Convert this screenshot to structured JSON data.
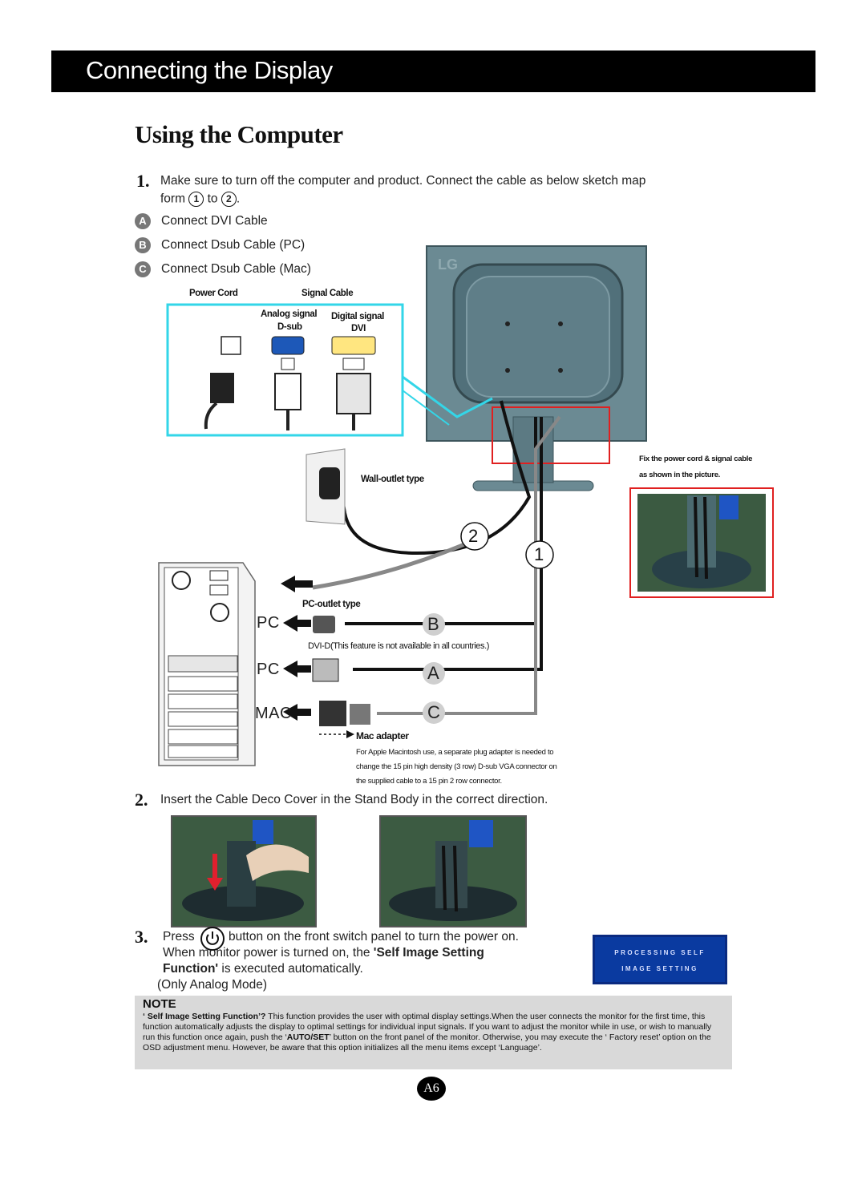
{
  "header": {
    "title": "Connecting the Display"
  },
  "section": {
    "title": "Using the Computer"
  },
  "step1": {
    "number": "1.",
    "text": "Make sure to turn off the computer and  product. Connect the cable as below sketch map",
    "text2_prefix": "form",
    "circle1": "1",
    "text2_mid": "to",
    "circle2": "2",
    "text2_suffix": ".",
    "items": [
      {
        "badge": "A",
        "label": "Connect DVI Cable"
      },
      {
        "badge": "B",
        "label": "Connect Dsub Cable (PC)"
      },
      {
        "badge": "C",
        "label": "Connect Dsub Cable (Mac)"
      }
    ]
  },
  "diagram": {
    "power_cord_label": "Power Cord",
    "signal_cable_label": "Signal Cable",
    "analog_label": "Analog signal",
    "dsub_label": "D-sub",
    "digital_label": "Digital signal",
    "dvi_label": "DVI",
    "brand_logo": "LG",
    "wall_outlet": "Wall-outlet type",
    "pc_outlet": "PC-outlet type",
    "fix_note_1": "Fix the power cord & signal cable",
    "fix_note_2": "as shown in the picture.",
    "num_1": "1",
    "num_2": "2",
    "pc_label_1": "PC",
    "pc_label_2": "PC",
    "mac_label": "MAC",
    "letter_b": "B",
    "letter_a": "A",
    "letter_c": "C",
    "dvi_note": "DVI-D(This feature is not available in all countries.)",
    "mac_adapter": "Mac adapter",
    "mac_note_1": "For Apple Macintosh use, a  separate plug adapter is needed to",
    "mac_note_2": "change the 15 pin high density (3 row) D-sub VGA connector on",
    "mac_note_3": "the supplied cable to a 15 pin  2 row connector."
  },
  "step2": {
    "number": "2.",
    "text": "Insert the Cable Deco Cover in the Stand Body in the correct direction."
  },
  "step3": {
    "number": "3.",
    "press": "Press",
    "text1": "button on the front switch panel to turn the power on.",
    "text2a": "When monitor power is turned on, the ",
    "text2b": "'Self Image Setting",
    "text3a": "Function'",
    "text3b": " is executed automatically.",
    "text4": "(Only Analog Mode)",
    "osd_line1": "PROCESSING SELF",
    "osd_line2": "IMAGE SETTING"
  },
  "note": {
    "title": "NOTE",
    "b1": "‘ Self Image Setting Function’?",
    "t1": " This function provides the user with optimal display settings.When the user connects the monitor for the first time, this function automatically adjusts the display to optimal settings for individual input signals. If you want to adjust the monitor while in use, or wish to manually run this function once again, push the ‘",
    "b2": "AUTO/SET",
    "t2": "’ button on the front panel of the monitor. Otherwise, you may execute the ‘ Factory reset’ option on the OSD adjustment menu. However, be aware that this option initializes all the menu items except ‘Language’."
  },
  "page": {
    "number": "A6"
  },
  "colors": {
    "cyan": "#33d6e8",
    "red": "#e02020",
    "monitor": "#6b8a93",
    "osd_bg": "#0a3aa0"
  }
}
